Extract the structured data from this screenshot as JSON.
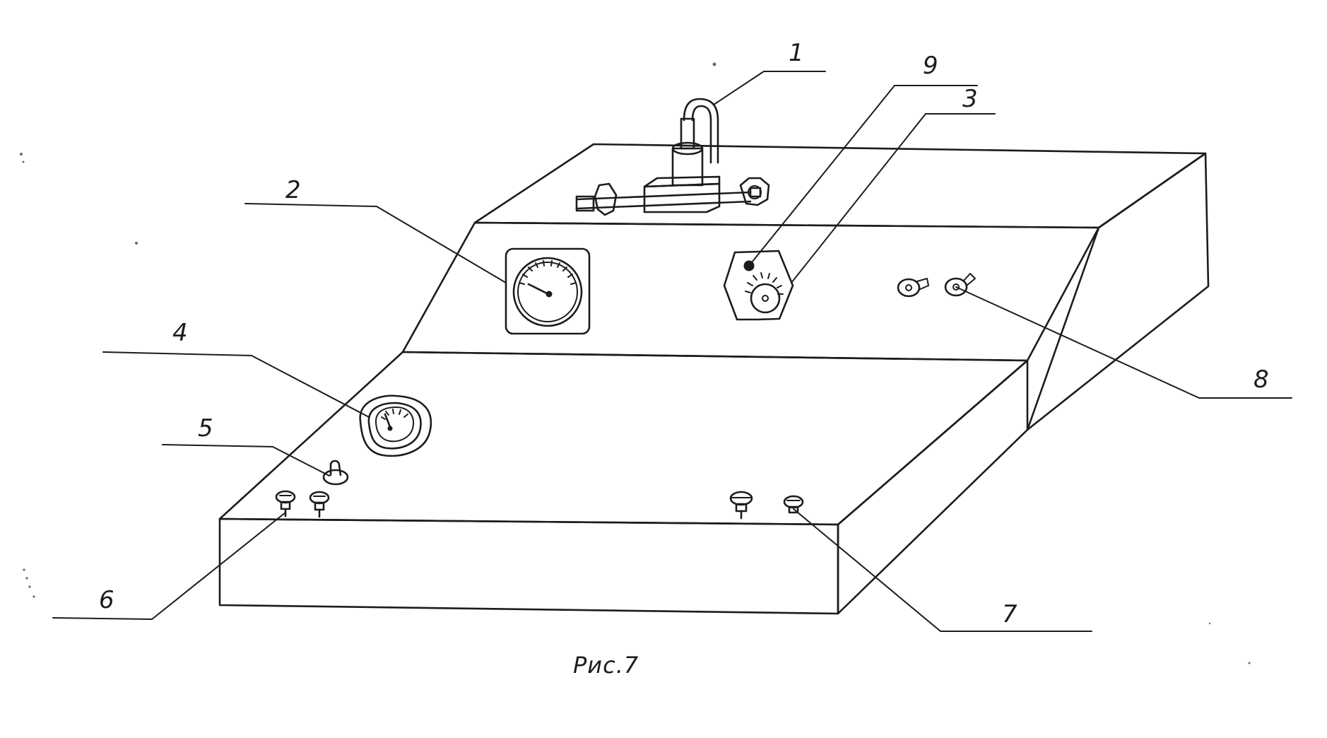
{
  "figure": {
    "caption": "Рис.7",
    "callouts": [
      {
        "label": "1",
        "part": "injector"
      },
      {
        "label": "2",
        "part": "pressure-gauge"
      },
      {
        "label": "3",
        "part": "rotary-selector"
      },
      {
        "label": "4",
        "part": "small-gauge"
      },
      {
        "label": "5",
        "part": "toggle-switch"
      },
      {
        "label": "6",
        "part": "left-knobs"
      },
      {
        "label": "7",
        "part": "right-knobs"
      },
      {
        "label": "8",
        "part": "panel-connectors"
      },
      {
        "label": "9",
        "part": "indicator-lamp"
      }
    ]
  }
}
